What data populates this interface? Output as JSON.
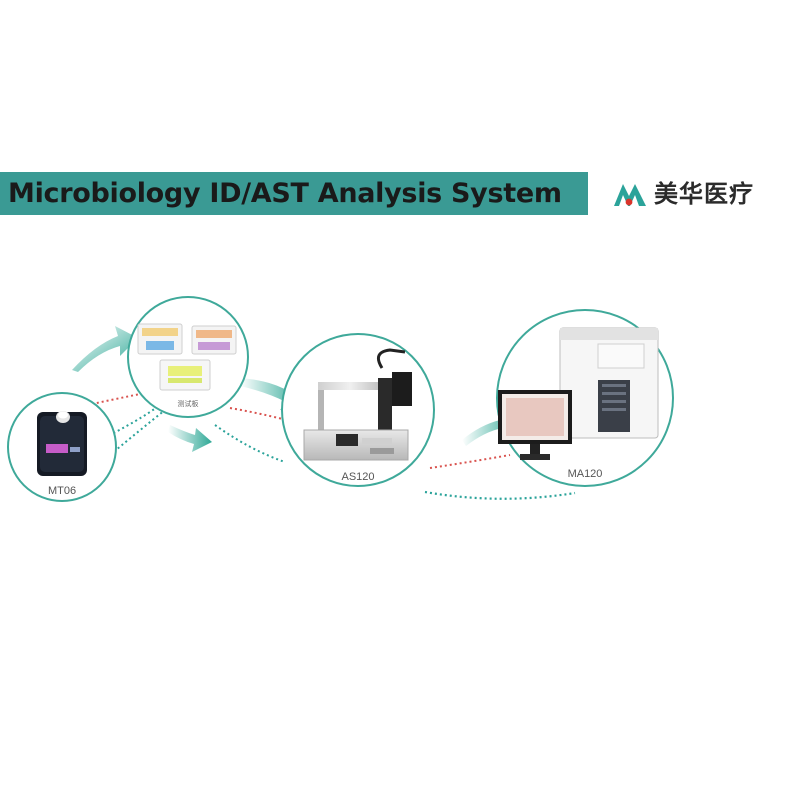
{
  "header": {
    "title": "Microbiology ID/AST Analysis System",
    "brand_name": "美华医疗",
    "brand_logo_icon": "meihua-mountain-logo-icon"
  },
  "colors": {
    "banner": "#3a9a94",
    "accent": "#3aa89a",
    "dotted_red": "#d9534f",
    "dotted_teal": "#2ba39a"
  },
  "devices": [
    {
      "id": "mt06",
      "label": "MT06",
      "icon": "turbidimeter-icon"
    },
    {
      "id": "plates",
      "label": "测试板",
      "icon": "test-plates-icon"
    },
    {
      "id": "as120",
      "label": "AS120",
      "icon": "inoculator-icon"
    },
    {
      "id": "ma120",
      "label": "MA120",
      "icon": "analyzer-with-monitor-icon"
    }
  ]
}
